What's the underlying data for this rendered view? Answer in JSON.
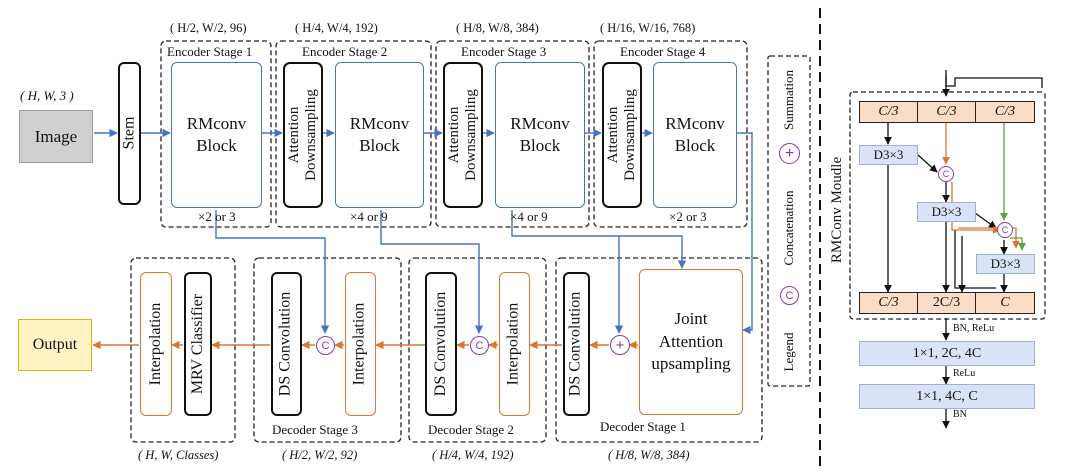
{
  "image_label": "Image",
  "output_label": "Output",
  "stem_label": "Stem",
  "input_shape": "( H, W, 3 )",
  "rmconv_label": "RMconv Block",
  "attn_down_label": "Attention Downsampling",
  "encoder": [
    {
      "title": "Encoder Stage 1",
      "shape": "( H/2, W/2, 96)",
      "repeat": "×2 or 3"
    },
    {
      "title": "Encoder Stage 2",
      "shape": "( H/4, W/4, 192)",
      "repeat": "×4 or 9"
    },
    {
      "title": "Encoder Stage 3",
      "shape": "( H/8, W/8, 384)",
      "repeat": "×4 or 9"
    },
    {
      "title": "Encoder Stage 4",
      "shape": "( H/16, W/16, 768)",
      "repeat": "×2 or 3"
    }
  ],
  "decoder": [
    {
      "title": "Decoder Stage 1",
      "shape": "( H/8, W/8, 384)"
    },
    {
      "title": "Decoder Stage 2",
      "shape": "( H/4, W/4, 192)"
    },
    {
      "title": "Decoder Stage 3",
      "shape": "( H/2, W/2, 92)"
    }
  ],
  "final_shape": "( H, W, Classes)",
  "ds_conv_label": "DS Convolution",
  "interp_label": "Interpolation",
  "mrv_label": "MRV Classifier",
  "jau_label": "Joint Attention upsampling",
  "legend": {
    "title": "Legend",
    "concat_label": "Concatenation",
    "sum_label": "Summation",
    "concat_symbol": "C",
    "sum_symbol": "+"
  },
  "module": {
    "title": "RMConv Moudle",
    "top_cells": [
      "C/3",
      "C/3",
      "C/3"
    ],
    "bottom_cells": [
      "C/3",
      "2C/3",
      "C"
    ],
    "d3_label": "D3×3",
    "bn_relu_label": "BN, ReLu",
    "relu_label": "ReLu",
    "bn_label": "BN",
    "fc1_label": "1×1, 2C, 4C",
    "fc2_label": "1×1, 4C, C"
  },
  "colors": {
    "blue_line": "#4a72c4",
    "orange_line": "#d9772e",
    "green_line": "#5aa042",
    "purple": "#8a3aa8",
    "image_fill": "#d0d0d0",
    "output_fill": "#fff3c4",
    "output_border": "#e0b400"
  }
}
